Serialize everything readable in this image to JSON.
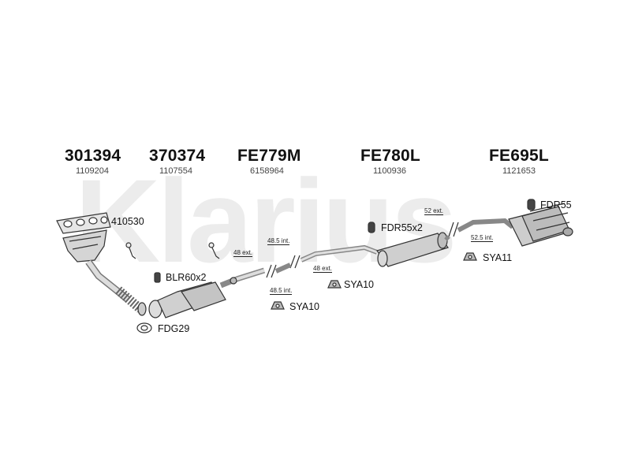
{
  "watermark": "Klarius",
  "parts": [
    {
      "number": "301394",
      "ref": "1109204"
    },
    {
      "number": "370374",
      "ref": "1107554"
    },
    {
      "number": "FE779M",
      "ref": "6158964"
    },
    {
      "number": "FE780L",
      "ref": "1100936"
    },
    {
      "number": "FE695L",
      "ref": "1121653"
    }
  ],
  "fittings": {
    "gasket_410530": "410530",
    "blr": "BLR60x2",
    "fdg": "FDG29",
    "fdr55x2": "FDR55x2",
    "fdr55": "FDR55",
    "sya10_a": "SYA10",
    "sya10_b": "SYA10",
    "sya11": "SYA11"
  },
  "dimensions": {
    "d48ext_1": "48 ext.",
    "d485int_1": "48.5 int.",
    "d48ext_2": "48 ext.",
    "d485int_2": "48.5 int.",
    "d52ext": "52 ext.",
    "d525int": "52.5 int."
  },
  "colors": {
    "watermark": "#ececec",
    "line": "#333333",
    "part_fill": "#dcdcdc"
  }
}
